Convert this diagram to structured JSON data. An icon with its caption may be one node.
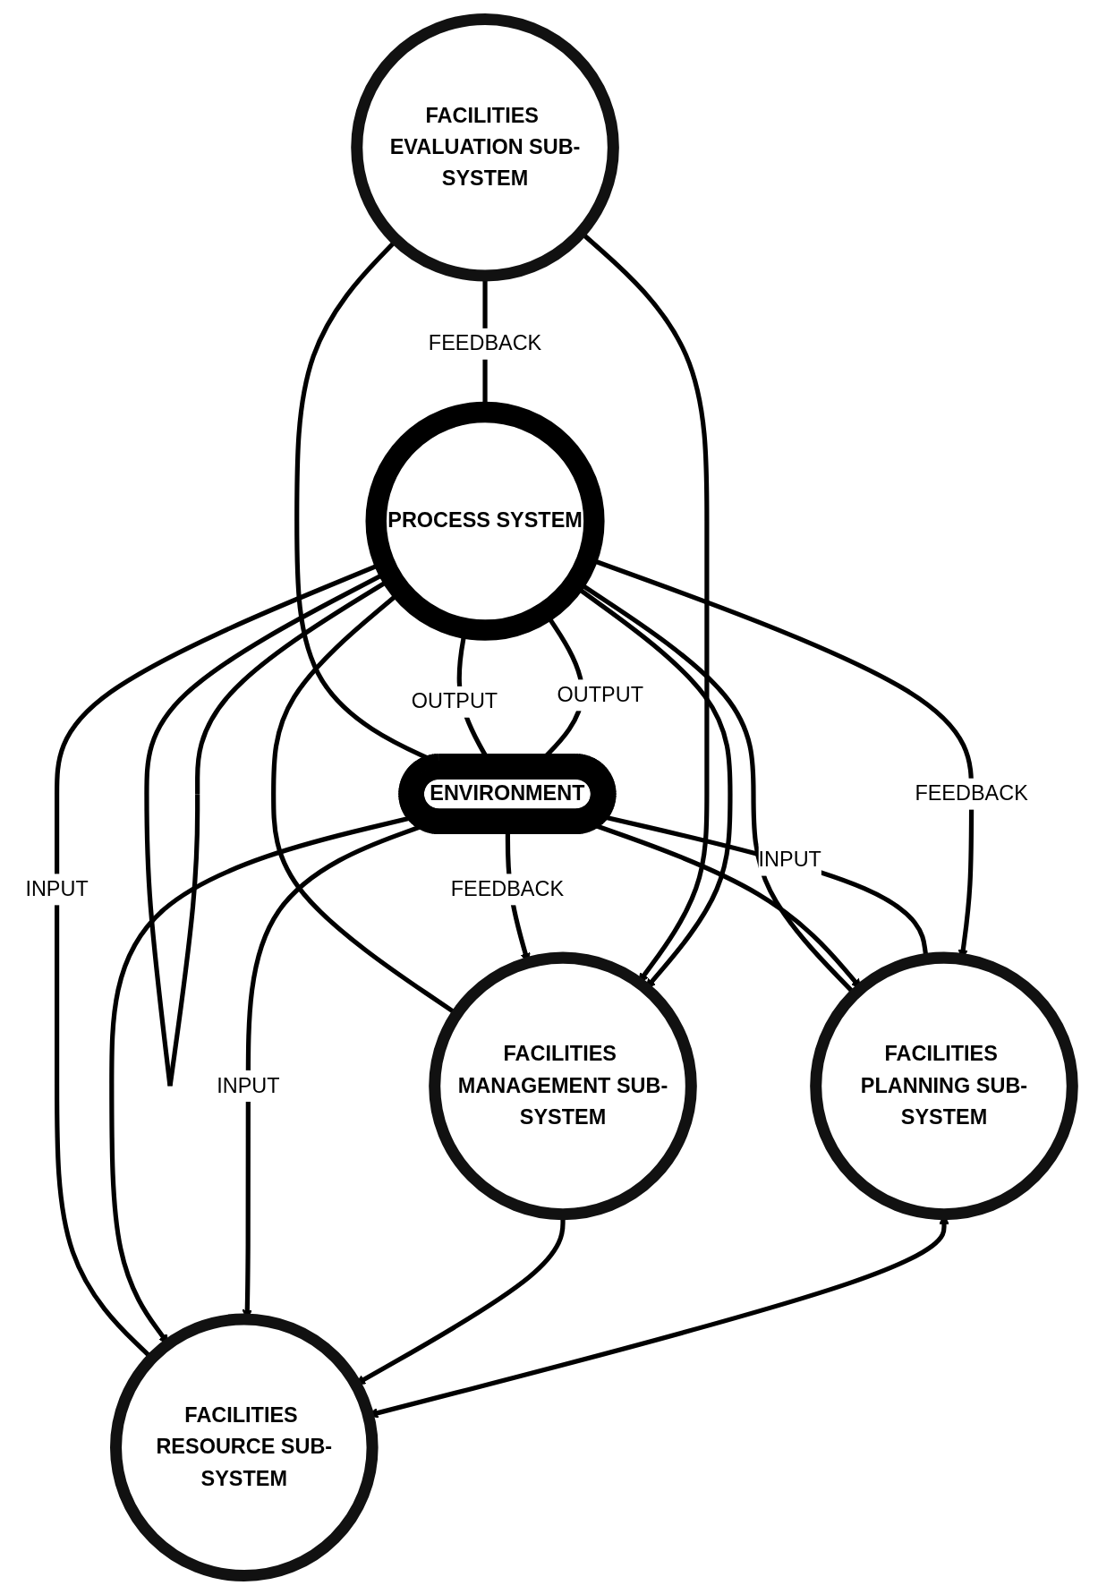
{
  "diagram": {
    "nodes": [
      {
        "text": [
          "PROCESS SYSTEM"
        ]
      },
      {
        "text": [
          "FACILITIES PLANNING SUB-SYSTEM"
        ]
      },
      {
        "text": [
          "FACILITIES RESOURCE SUB-SYSTEM"
        ]
      },
      {
        "text": [
          "FACILITIES MANAGEMENT SUB-SYSTEM"
        ]
      },
      {
        "text": [
          "FACILITIES EVALUATION SUB-SYSTEM"
        ]
      },
      {
        "text": [
          "ENVIRONMENT"
        ]
      }
    ],
    "edges": [
      {
        "from": 0,
        "to": 0,
        "arrow": "to"
      },
      {
        "from": 0,
        "to": 5,
        "arrow": "to",
        "label": "OUTPUT"
      },
      {
        "from": 0,
        "to": 5,
        "arrow": "to",
        "label": "OUTPUT"
      },
      {
        "from": 0,
        "to": 1,
        "arrow": "to",
        "label": "FEEDBACK"
      },
      {
        "from": 4,
        "to": 0,
        "arrow": "to",
        "label": "FEEDBACK"
      },
      {
        "from": 0,
        "to": 3,
        "arrow": "both"
      },
      {
        "from": 1,
        "to": 0,
        "arrow": "to"
      },
      {
        "from": 2,
        "to": 0,
        "arrow": "to",
        "label": "INPUT"
      },
      {
        "from": 3,
        "to": 0,
        "arrow": "to"
      },
      {
        "from": 1,
        "to": 2,
        "arrow": "both"
      },
      {
        "from": 3,
        "to": 2,
        "arrow": "to"
      },
      {
        "from": 4,
        "to": 3,
        "arrow": "to"
      },
      {
        "from": 5,
        "to": 1,
        "arrow": "none",
        "label": "INPUT"
      },
      {
        "from": 5,
        "to": 1,
        "arrow": "to"
      },
      {
        "from": 5,
        "to": 2,
        "arrow": "both",
        "label": "INPUT"
      },
      {
        "from": 5,
        "to": 2,
        "arrow": "to"
      },
      {
        "from": 5,
        "to": 3,
        "arrow": "to",
        "label": "FEEDBACK"
      },
      {
        "from": 4,
        "to": 5,
        "arrow": "none"
      }
    ]
  }
}
